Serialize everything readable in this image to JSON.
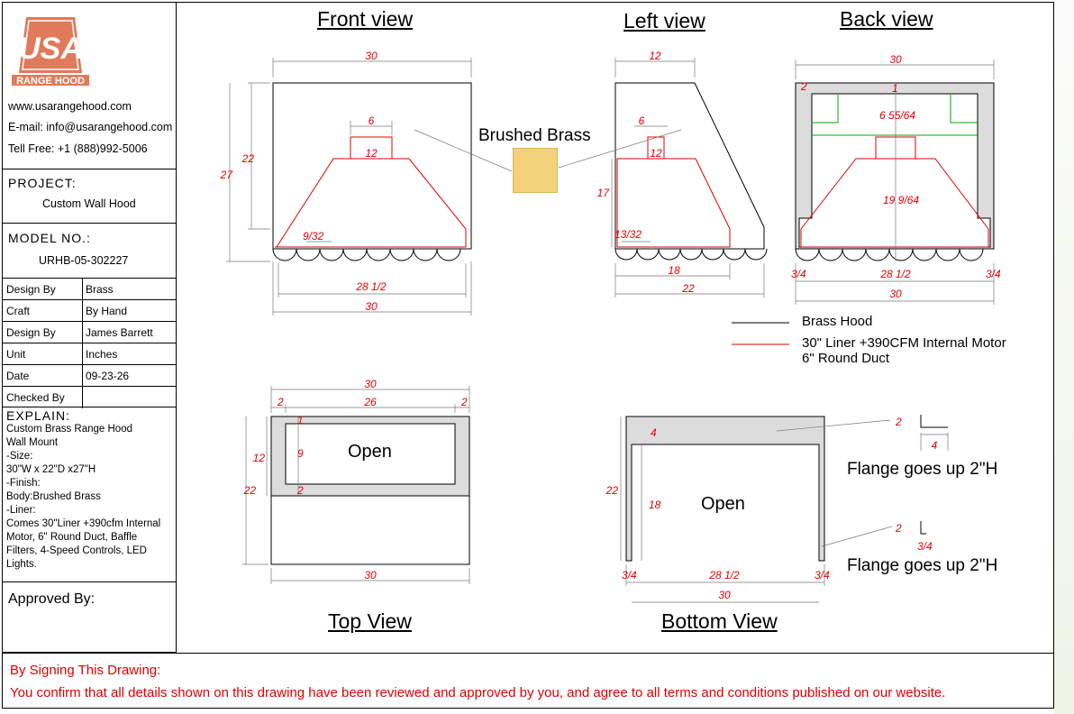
{
  "brand": {
    "logo_text": "USA",
    "logo_sub": "RANGE HOOD",
    "website": "www.usarangehood.com",
    "email": "E-mail: info@usarangehood.com",
    "phone": "Tell Free: +1 (888)992-5006"
  },
  "project": {
    "label": "PROJECT:",
    "value": "Custom Wall Hood"
  },
  "model": {
    "label": "MODEL NO.:",
    "value": "URHB-05-302227"
  },
  "meta": [
    {
      "key": "Design By",
      "value": "Brass"
    },
    {
      "key": "Craft",
      "value": "By Hand"
    },
    {
      "key": "Design By",
      "value": "James Barrett"
    },
    {
      "key": "Unit",
      "value": "Inches"
    },
    {
      "key": "Date",
      "value": "09-23-26"
    },
    {
      "key": "Checked By",
      "value": ""
    }
  ],
  "explain": {
    "label": "EXPLAIN:",
    "lines": [
      "Custom Brass Range Hood",
      "Wall Mount",
      "-Size:",
      "30\"W x 22\"D x27\"H",
      "-Finish:",
      "Body:Brushed Brass",
      "-Liner:",
      "Comes 30\"Liner +390cfm Internal",
      "Motor, 6\" Round Duct, Baffle",
      "Filters, 4-Speed Controls, LED",
      "Lights."
    ]
  },
  "approved": "Approved By:",
  "views": {
    "front": "Front view",
    "left": "Left view",
    "back": "Back view",
    "top": "Top View",
    "bottom": "Bottom View"
  },
  "finish": {
    "label": "Brushed Brass",
    "swatch_color": "#f3d27a"
  },
  "legend": [
    {
      "label": "Brass Hood",
      "color": "#000000"
    },
    {
      "label": "30\" Liner +390CFM Internal Motor",
      "label2": "6\" Round Duct",
      "color": "#e00000"
    }
  ],
  "notes": {
    "open_top": "Open",
    "open_bottom": "Open",
    "flange1": "Flange goes up 2\"H",
    "flange2": "Flange goes up 2\"H"
  },
  "dims": {
    "front": {
      "width": "30",
      "height": "22",
      "total_height": "27",
      "duct_w": "6",
      "duct_h": "12",
      "liner_in": "9/32",
      "bottom_inner": "28 1/2",
      "bottom_outer": "30"
    },
    "left": {
      "width": "12",
      "duct_w": "6",
      "duct_h": "12",
      "liner_h": "17",
      "liner_in": "13/32",
      "inner": "18",
      "outer": "22"
    },
    "back": {
      "width": "30",
      "edge": "2",
      "top_gap": "1",
      "motor_h": "6 55/64",
      "liner_h": "19 9/64",
      "side_l": "3/4",
      "inner": "28 1/2",
      "side_r": "3/4",
      "outer": "30"
    },
    "top": {
      "width": "30",
      "left": "2",
      "mid": "26",
      "right": "2",
      "top_gap": "1",
      "open_h": "9",
      "bottom_gap": "2",
      "frame_h": "12",
      "depth": "22",
      "bottom": "30"
    },
    "bottom": {
      "top_band": "4",
      "height": "22",
      "inner_h": "18",
      "side_l": "3/4",
      "inner": "28 1/2",
      "side_r": "3/4",
      "outer": "30",
      "flange_h1": "2",
      "flange_w": "4",
      "flange_h2": "2",
      "flange_t": "3/4"
    }
  },
  "footer": {
    "line1": "By Signing This Drawing:",
    "line2": "You confirm that all details shown on this drawing have been reviewed and approved by you, and agree to all terms and conditions published on our website."
  },
  "colors": {
    "accent": "#e00000",
    "dims": "#e00000",
    "motor": "#00aa00",
    "panel": "#dcdcdc"
  }
}
